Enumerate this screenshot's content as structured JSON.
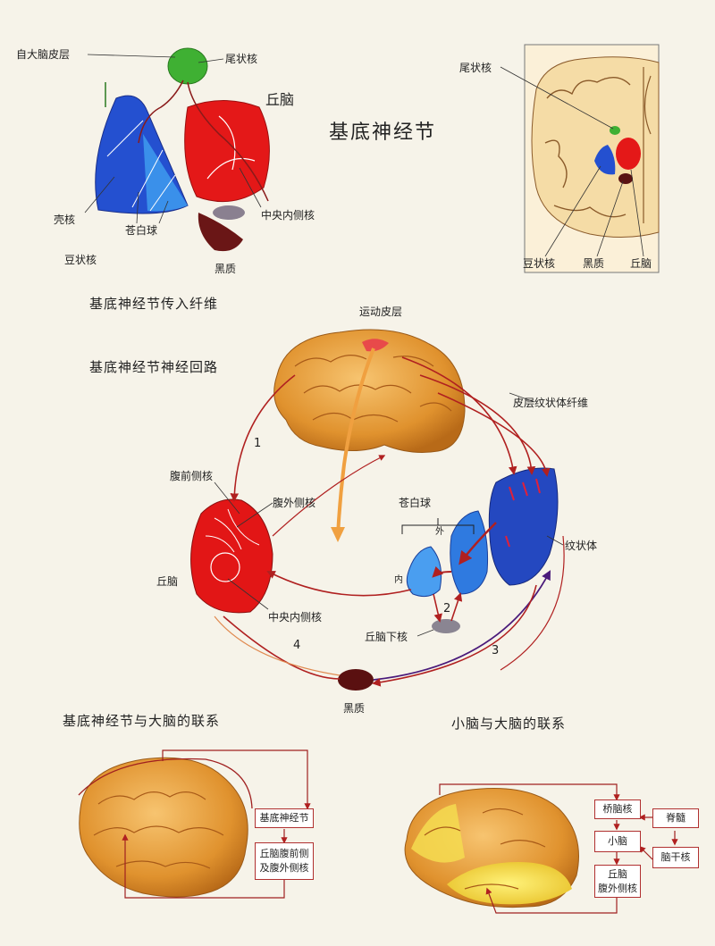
{
  "title": "基底神经节",
  "top_left": {
    "cortex": "自大脑皮层",
    "caudate": "尾状核",
    "thalamus": "丘脑",
    "putamen": "壳核",
    "globus_pallidus": "苍白球",
    "centromedian": "中央内侧核",
    "lentiform": "豆状核",
    "substantia_nigra": "黑质"
  },
  "top_right": {
    "caudate": "尾状核",
    "lentiform": "豆状核",
    "substantia_nigra": "黑质",
    "thalamus": "丘脑"
  },
  "sections": {
    "afferent": "基底神经节传入纤维",
    "circuit": "基底神经节神经回路",
    "connection": "基底神经节与大脑的联系",
    "cerebellum": "小脑与大脑的联系"
  },
  "circuit": {
    "motor_cortex": "运动皮层",
    "corticostriate": "皮层纹状体纤维",
    "va": "腹前侧核",
    "vl": "腹外侧核",
    "globus_pallidus": "苍白球",
    "outer": "外",
    "inner": "内",
    "striatum": "纹状体",
    "thalamus": "丘脑",
    "centromedian": "中央内侧核",
    "subthalamic": "丘脑下核",
    "substantia_nigra": "黑质",
    "n1": "1",
    "n2": "2",
    "n3": "3",
    "n4": "4"
  },
  "boxes_left": {
    "basal_ganglia": "基底神经节",
    "thalamus_nuclei_1": "丘脑腹前侧",
    "thalamus_nuclei_2": "及腹外侧核"
  },
  "boxes_right": {
    "pons": "桥脑核",
    "cerebellum": "小脑",
    "spinal": "脊髓",
    "brainstem": "脑干核",
    "thalamus_1": "丘脑",
    "thalamus_2": "腹外侧核"
  },
  "colors": {
    "red": "#e01a1a",
    "blue": "#2446c8",
    "light_blue": "#3a8ee6",
    "green": "#3aa52e",
    "dark_red": "#6a1414",
    "brain": "#e89a3a",
    "fiber": "#a52a2a"
  }
}
